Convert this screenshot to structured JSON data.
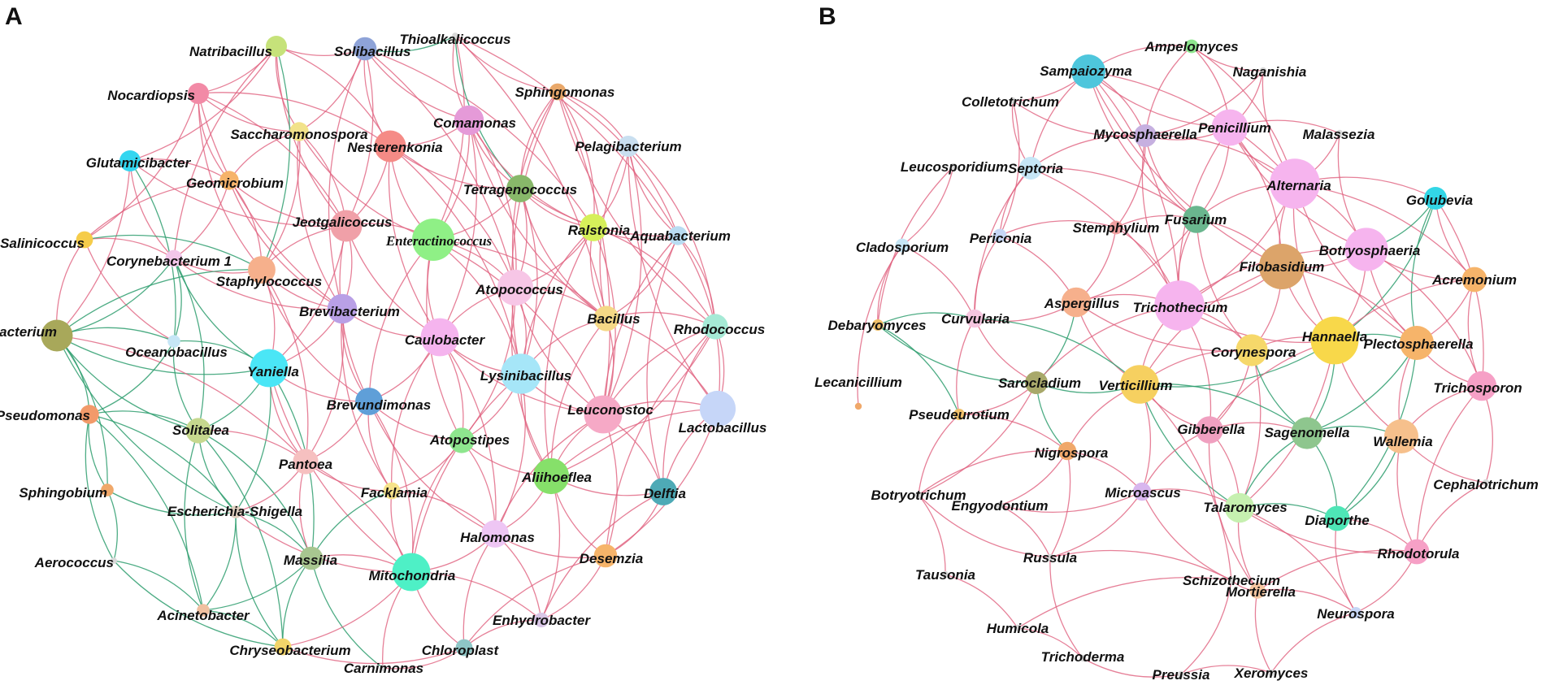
{
  "colors": {
    "positive_edge": "#e0607e",
    "negative_edge": "#2e9e6e"
  },
  "panels": [
    {
      "letter": "A",
      "nodes": [
        {
          "name": "Natribacillus",
          "color": "#c6e27a",
          "size": 1
        },
        {
          "name": "Solibacillus",
          "color": "#8ea3d8",
          "size": 1.1
        },
        {
          "name": "Thioalkalicoccus",
          "color": "#d9d9d9",
          "size": 0.3
        },
        {
          "name": "Nocardiopsis",
          "color": "#f28aa6",
          "size": 1
        },
        {
          "name": "Sphingomonas",
          "color": "#e9a86a",
          "size": 0.8
        },
        {
          "name": "Comamonas",
          "color": "#e59ad8",
          "size": 1.4
        },
        {
          "name": "Saccharomonospora",
          "color": "#f2e28a",
          "size": 0.9
        },
        {
          "name": "Nesterenkonia",
          "color": "#f58b86",
          "size": 1.5
        },
        {
          "name": "Pelagibacterium",
          "color": "#c9dff0",
          "size": 1
        },
        {
          "name": "Glutamicibacter",
          "color": "#33d6f0",
          "size": 1
        },
        {
          "name": "Geomicrobium",
          "color": "#f6b36a",
          "size": 0.9
        },
        {
          "name": "Tetragenococcus",
          "color": "#88b86a",
          "size": 1.3
        },
        {
          "name": "Jeotgalicoccus",
          "color": "#f0a0a8",
          "size": 1.5
        },
        {
          "name": "Enteractinococcus",
          "color": "#8ff086",
          "size": 2,
          "serif": true
        },
        {
          "name": "Ralstonia",
          "color": "#d6ef5a",
          "size": 1.3
        },
        {
          "name": "Salinicoccus",
          "color": "#f5cc4a",
          "size": 0.8
        },
        {
          "name": "Aquabacterium",
          "color": "#b9dcf2",
          "size": 0.9
        },
        {
          "name": "Corynebacterium 1",
          "color": "#f2c6ea",
          "size": 0.8
        },
        {
          "name": "Staphylococcus",
          "color": "#f6b08c",
          "size": 1.3
        },
        {
          "name": "Atopococcus",
          "color": "#f7c6e6",
          "size": 1.7
        },
        {
          "name": "Brachybacterium",
          "color": "#a8a85a",
          "size": 1.5
        },
        {
          "name": "Brevibacterium",
          "color": "#b9a0e6",
          "size": 1.4
        },
        {
          "name": "Bacillus",
          "color": "#f5d886",
          "size": 1.2
        },
        {
          "name": "Rhodococcus",
          "color": "#a6ead6",
          "size": 1.2
        },
        {
          "name": "Oceanobacillus",
          "color": "#c6e6f6",
          "size": 0.6
        },
        {
          "name": "Caulobacter",
          "color": "#f5b4ee",
          "size": 1.8
        },
        {
          "name": "Yaniella",
          "color": "#4ae6f6",
          "size": 1.8
        },
        {
          "name": "Lysinibacillus",
          "color": "#a6e6f8",
          "size": 1.9
        },
        {
          "name": "Pseudomonas",
          "color": "#f29a6a",
          "size": 0.9
        },
        {
          "name": "Brevundimonas",
          "color": "#5f9fd8",
          "size": 1.3
        },
        {
          "name": "Leuconostoc",
          "color": "#f6a9c6",
          "size": 1.8
        },
        {
          "name": "Lactobacillus",
          "color": "#c6d6f8",
          "size": 1.7
        },
        {
          "name": "Solitalea",
          "color": "#c6d88e",
          "size": 1.2
        },
        {
          "name": "Atopostipes",
          "color": "#8ee68e",
          "size": 1.2
        },
        {
          "name": "Pantoea",
          "color": "#f6c0c0",
          "size": 1.2
        },
        {
          "name": "Aliihoeflea",
          "color": "#86e06a",
          "size": 1.7
        },
        {
          "name": "Sphingobium",
          "color": "#f0a86a",
          "size": 0.6
        },
        {
          "name": "Facklamia",
          "color": "#f6e28a",
          "size": 0.8
        },
        {
          "name": "Delftia",
          "color": "#4eaab6",
          "size": 1.3
        },
        {
          "name": "Escherichia-Shigella",
          "color": "#e0d0c0",
          "size": 0.6
        },
        {
          "name": "Halomonas",
          "color": "#eec6f4",
          "size": 1.3
        },
        {
          "name": "Aerococcus",
          "color": "#d9d9d9",
          "size": 0.3
        },
        {
          "name": "Massilia",
          "color": "#a8c690",
          "size": 1.1
        },
        {
          "name": "Mitochondria",
          "color": "#4ef0c6",
          "size": 1.8
        },
        {
          "name": "Desemzia",
          "color": "#f6b46a",
          "size": 1.1
        },
        {
          "name": "Acinetobacter",
          "color": "#f0c0a0",
          "size": 0.6
        },
        {
          "name": "Enhydrobacter",
          "color": "#d9c6e6",
          "size": 0.7
        },
        {
          "name": "Chryseobacterium",
          "color": "#f2d46a",
          "size": 0.8
        },
        {
          "name": "Chloroplast",
          "color": "#8ec6c6",
          "size": 0.8
        },
        {
          "name": "Carnimonas",
          "color": "#d9d9d9",
          "size": 0.3
        }
      ]
    },
    {
      "letter": "B",
      "nodes": [
        {
          "name": "Ampelomyces",
          "color": "#8ee68e",
          "size": 0.6
        },
        {
          "name": "Sampaiozyma",
          "color": "#4ec6dc",
          "size": 1.5
        },
        {
          "name": "Naganishia",
          "color": "#d9d9d9",
          "size": 0.3
        },
        {
          "name": "Colletotrichum",
          "color": "#d9d9d9",
          "size": 0.3
        },
        {
          "name": "Penicillium",
          "color": "#f6b4ee",
          "size": 1.6
        },
        {
          "name": "Mycosphaerella",
          "color": "#c6b0e0",
          "size": 1
        },
        {
          "name": "Malassezia",
          "color": "#d9d9d9",
          "size": 0.3
        },
        {
          "name": "Leucosporidium",
          "color": "#d9d9d9",
          "size": 0.3
        },
        {
          "name": "Septoria",
          "color": "#c6e6f6",
          "size": 1
        },
        {
          "name": "Alternaria",
          "color": "#f6b4ee",
          "size": 2.2
        },
        {
          "name": "Golubevia",
          "color": "#33d6e6",
          "size": 1
        },
        {
          "name": "Fusarium",
          "color": "#6ab68e",
          "size": 1.2
        },
        {
          "name": "Stemphylium",
          "color": "#f0a0a0",
          "size": 0.6
        },
        {
          "name": "Periconia",
          "color": "#c6d6f6",
          "size": 0.6
        },
        {
          "name": "Cladosporium",
          "color": "#c6e6f6",
          "size": 0.6
        },
        {
          "name": "Botryosphaeria",
          "color": "#f6b4ee",
          "size": 1.9
        },
        {
          "name": "Filobasidium",
          "color": "#dca46a",
          "size": 2
        },
        {
          "name": "Acremonium",
          "color": "#f6b46a",
          "size": 1.1
        },
        {
          "name": "Aspergillus",
          "color": "#f6b08c",
          "size": 1.3
        },
        {
          "name": "Trichothecium",
          "color": "#f6b4ee",
          "size": 2.2
        },
        {
          "name": "Debaryomyces",
          "color": "#f0c06a",
          "size": 0.5
        },
        {
          "name": "Curvularia",
          "color": "#f6c6e0",
          "size": 0.8
        },
        {
          "name": "Hannaella",
          "color": "#f8d84a",
          "size": 2.1
        },
        {
          "name": "Plectosphaerella",
          "color": "#f6b46a",
          "size": 1.5
        },
        {
          "name": "Corynespora",
          "color": "#f6d86a",
          "size": 1.4
        },
        {
          "name": "Lecanicillium",
          "color": "#f0a86a",
          "size": 0.3
        },
        {
          "name": "Sarocladium",
          "color": "#a8a86a",
          "size": 1
        },
        {
          "name": "Verticillium",
          "color": "#f6d060",
          "size": 1.7
        },
        {
          "name": "Trichosporon",
          "color": "#f6a0c6",
          "size": 1.3
        },
        {
          "name": "Pseudeurotium",
          "color": "#f0c06a",
          "size": 0.5
        },
        {
          "name": "Gibberella",
          "color": "#f0a0c0",
          "size": 1.2
        },
        {
          "name": "Sagenomella",
          "color": "#8ec68e",
          "size": 1.4
        },
        {
          "name": "Wallemia",
          "color": "#f6c08c",
          "size": 1.5
        },
        {
          "name": "Nigrospora",
          "color": "#f0a86a",
          "size": 0.8
        },
        {
          "name": "Cephalotrichum",
          "color": "#d9d9d9",
          "size": 0.3
        },
        {
          "name": "Botryotrichum",
          "color": "#d9d9d9",
          "size": 0.3
        },
        {
          "name": "Microascus",
          "color": "#d8b6ee",
          "size": 0.8
        },
        {
          "name": "Engyodontium",
          "color": "#d9d9d9",
          "size": 0.3
        },
        {
          "name": "Talaromyces",
          "color": "#c6f0b0",
          "size": 1.3
        },
        {
          "name": "Diaporthe",
          "color": "#4ee6b6",
          "size": 1.1
        },
        {
          "name": "Rhodotorula",
          "color": "#f6a0c6",
          "size": 1.1
        },
        {
          "name": "Tausonia",
          "color": "#d9d9d9",
          "size": 0.3
        },
        {
          "name": "Russula",
          "color": "#d9d9d9",
          "size": 0.3
        },
        {
          "name": "Schizothecium",
          "color": "#d9d9d9",
          "size": 0.3
        },
        {
          "name": "Mortierella",
          "color": "#f6c6a0",
          "size": 0.7
        },
        {
          "name": "Neurospora",
          "color": "#c6d6f6",
          "size": 0.5
        },
        {
          "name": "Humicola",
          "color": "#d9d9d9",
          "size": 0.3
        },
        {
          "name": "Trichoderma",
          "color": "#d9d9d9",
          "size": 0.3
        },
        {
          "name": "Preussia",
          "color": "#d9d9d9",
          "size": 0.3
        },
        {
          "name": "Xeromyces",
          "color": "#d9d9d9",
          "size": 0.3
        }
      ]
    }
  ]
}
